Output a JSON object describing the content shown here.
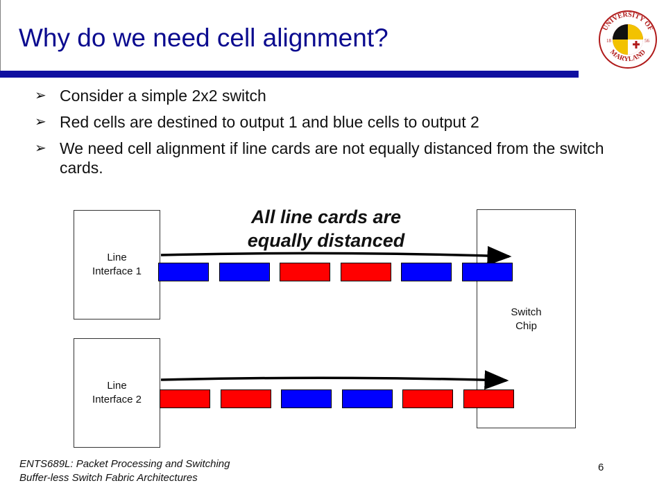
{
  "slide": {
    "title": "Why do we need cell alignment?",
    "bullets": [
      "Consider a simple 2x2 switch",
      "Red cells are destined to output 1 and blue cells to output 2",
      "We need cell alignment if line cards are not equally distanced from the switch cards."
    ],
    "bullet_glyph": "➢",
    "page_number": "6"
  },
  "diagram": {
    "heading_line1": "All line cards are",
    "heading_line2": "equally distanced",
    "line_interface_1": {
      "line1": "Line",
      "line2": "Interface 1"
    },
    "line_interface_2": {
      "line1": "Line",
      "line2": "Interface 2"
    },
    "switch_chip": {
      "line1": "Switch",
      "line2": "Chip"
    },
    "row1_cells": [
      "blue",
      "blue",
      "red",
      "red",
      "blue",
      "blue"
    ],
    "row2_cells": [
      "red",
      "red",
      "blue",
      "blue",
      "red",
      "red"
    ],
    "colors": {
      "red": "#ff0000",
      "blue": "#0000ff"
    }
  },
  "footer": {
    "line1": "ENTS689L: Packet Processing and Switching",
    "line2": "Buffer-less Switch Fabric Architectures"
  },
  "logo": {
    "text_top": "UNIVERSITY OF",
    "text_bottom": "MARYLAND",
    "year_left": "18",
    "year_right": "56"
  }
}
